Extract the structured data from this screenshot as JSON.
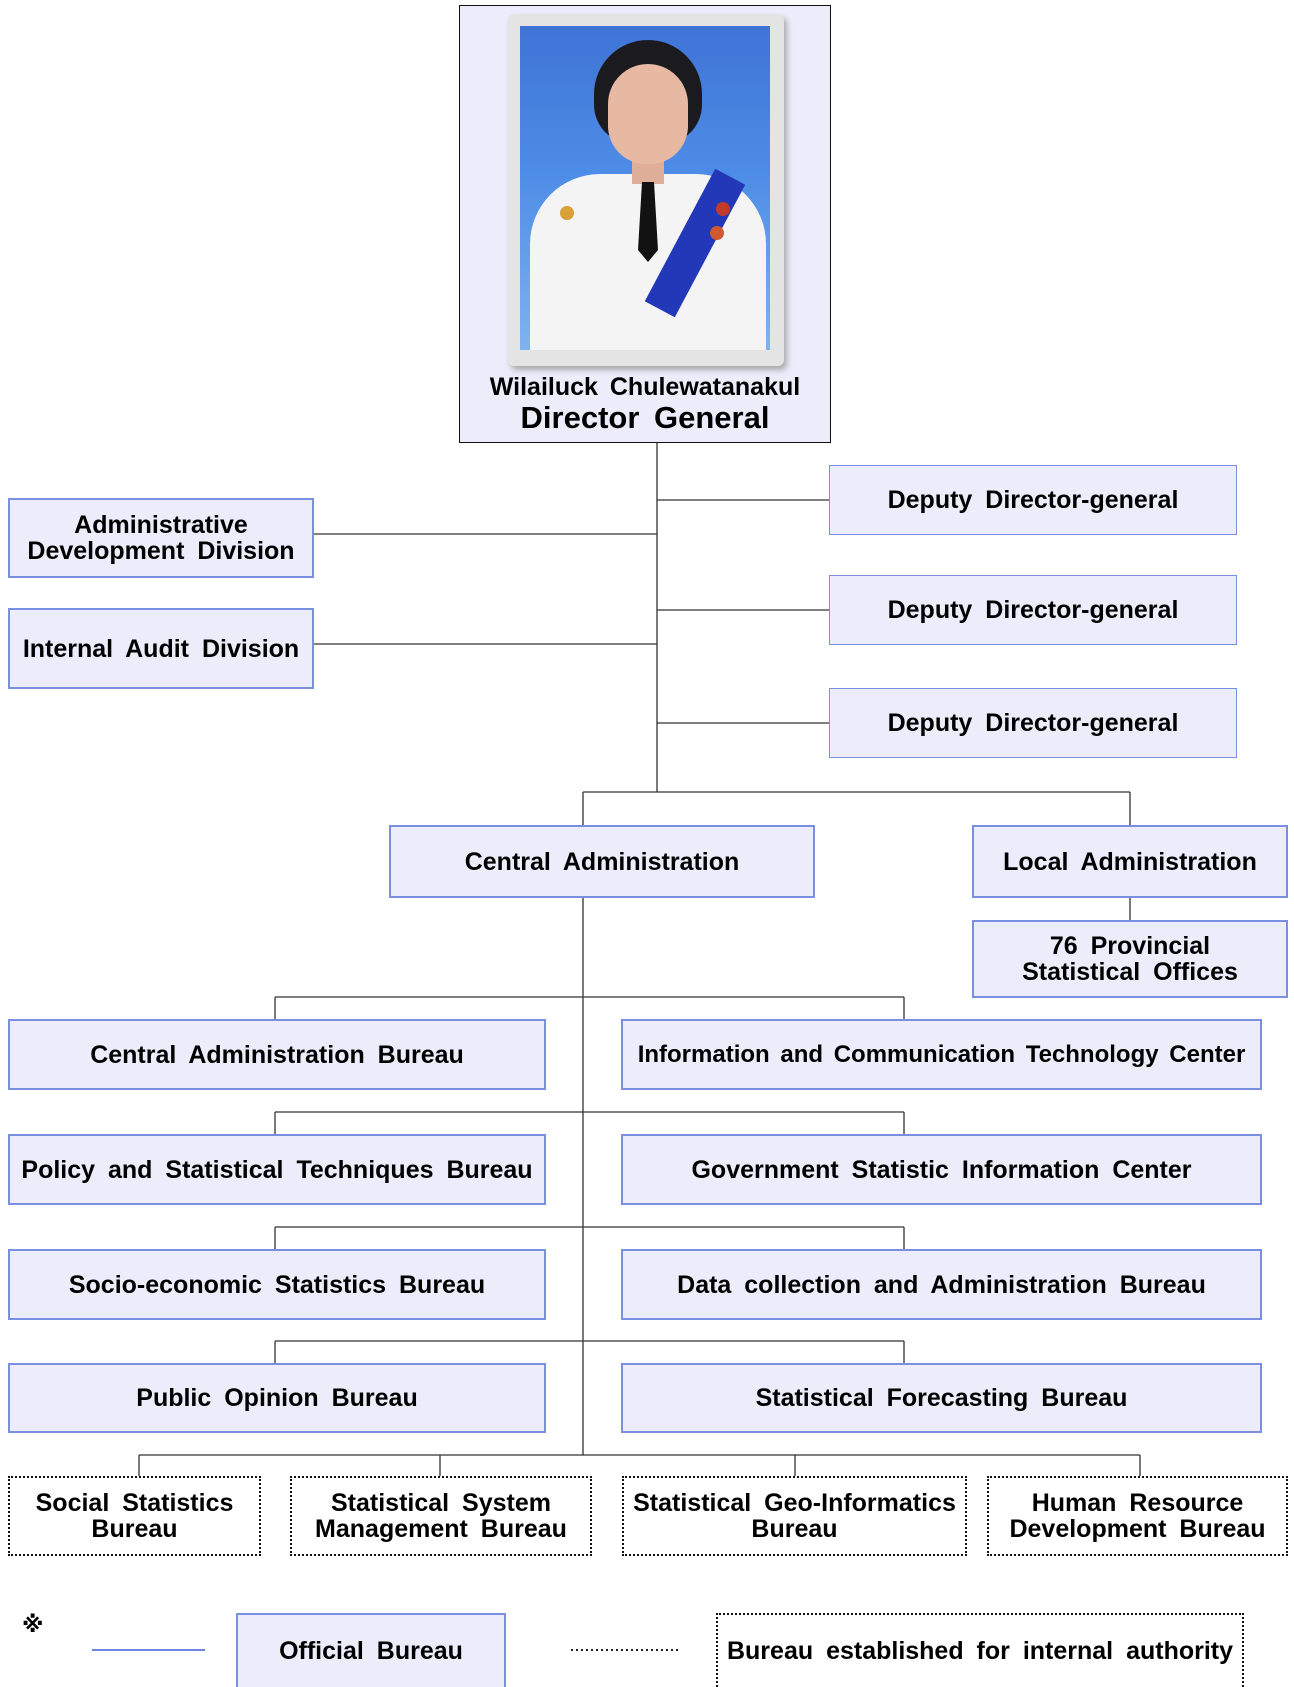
{
  "director": {
    "name": "Wilailuck Chulewatanakul",
    "title": "Director General"
  },
  "left_divisions": [
    "Administrative Development Division",
    "Internal Audit Division"
  ],
  "deputies": [
    "Deputy Director-general",
    "Deputy Director-general",
    "Deputy Director-general"
  ],
  "central_administration": "Central Administration",
  "local_administration": "Local Administration",
  "provincial_offices": "76 Provincial Statistical Offices",
  "bureaus_left": [
    "Central Administration Bureau",
    "Policy and Statistical Techniques Bureau",
    "Socio-economic Statistics Bureau",
    "Public Opinion Bureau"
  ],
  "bureaus_right": [
    "Information and Communication Technology Center",
    "Government Statistic Information Center",
    "Data collection and Administration Bureau",
    "Statistical Forecasting Bureau"
  ],
  "internal_bureaus": [
    "Social Statistics Bureau",
    "Statistical System Management Bureau",
    "Statistical Geo-Informatics Bureau",
    "Human Resource Development Bureau"
  ],
  "legend": {
    "symbol": "※",
    "official": "Official Bureau",
    "internal": "Bureau established for internal authority"
  },
  "colors": {
    "box_fill": "#ececfa",
    "box_border": "#7b8fe0",
    "connector": "#333333"
  }
}
